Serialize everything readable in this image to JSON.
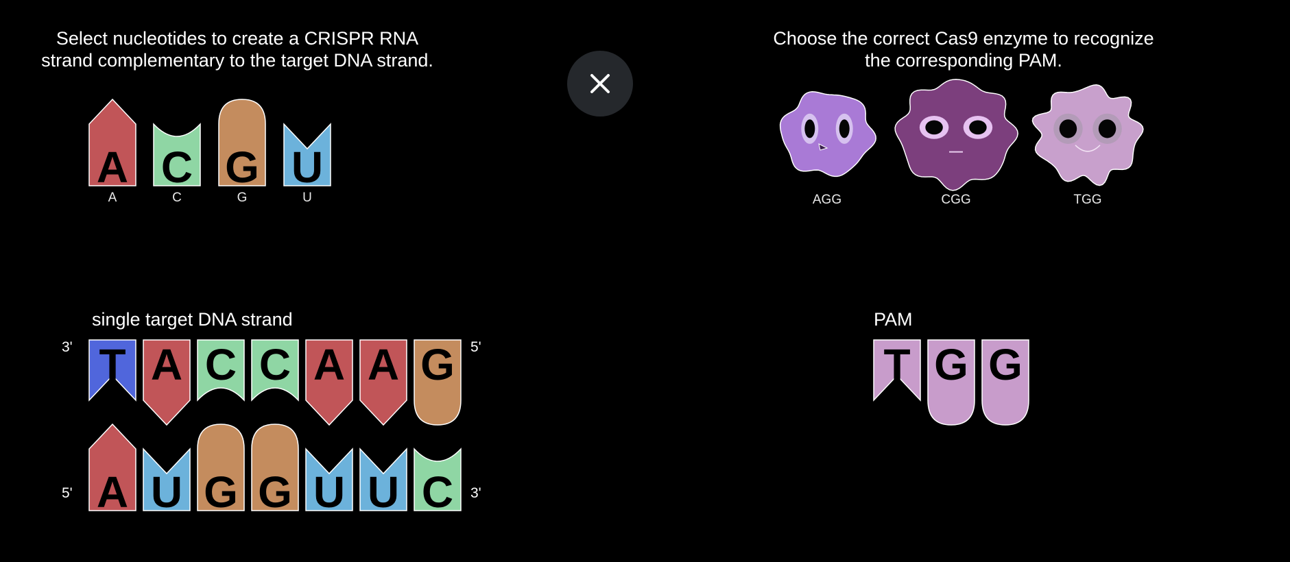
{
  "close_button": {
    "icon": "close-icon",
    "background": "#25282c"
  },
  "left_panel": {
    "instruction_line1": "Select nucleotides to create a CRISPR RNA",
    "instruction_line2": "strand complementary to the target DNA strand.",
    "palette": [
      {
        "letter": "A",
        "label": "A",
        "color": "#c15558",
        "shape": "arrow-up"
      },
      {
        "letter": "C",
        "label": "C",
        "color": "#8fd6a4",
        "shape": "concave"
      },
      {
        "letter": "G",
        "label": "G",
        "color": "#c48c5e",
        "shape": "round"
      },
      {
        "letter": "U",
        "label": "U",
        "color": "#6cb2db",
        "shape": "notch"
      }
    ],
    "strand_label": "single target DNA strand",
    "top_strand": {
      "left_end": "3'",
      "right_end": "5'",
      "bases": [
        "T",
        "A",
        "C",
        "C",
        "A",
        "A",
        "G"
      ]
    },
    "bottom_strand": {
      "left_end": "5'",
      "right_end": "3'",
      "bases": [
        "A",
        "U",
        "G",
        "G",
        "U",
        "U",
        "C"
      ]
    },
    "base_colors": {
      "A": "#c15558",
      "C": "#8fd6a4",
      "G": "#c48c5e",
      "U": "#6cb2db",
      "T": "#5066dc"
    }
  },
  "right_panel": {
    "instruction_line1": "Choose the correct Cas9 enzyme to recognize",
    "instruction_line2": "the corresponding PAM.",
    "enzymes": [
      {
        "label": "AGG",
        "color": "#a97ad6",
        "icon": "cas9-enzyme-icon"
      },
      {
        "label": "CGG",
        "color": "#7c3f7d",
        "icon": "cas9-enzyme-icon"
      },
      {
        "label": "TGG",
        "color": "#c8a0cc",
        "icon": "cas9-enzyme-icon"
      }
    ],
    "pam_label": "PAM",
    "pam_bases": [
      "T",
      "G",
      "G"
    ],
    "pam_color": "#c89ccb"
  }
}
